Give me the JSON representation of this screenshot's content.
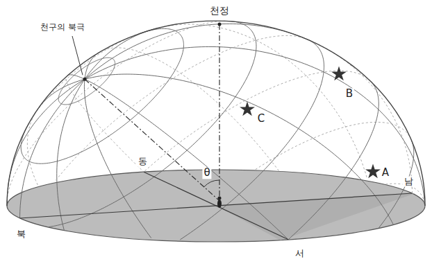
{
  "diagram": {
    "labels": [
      "천정",
      "천구의 북극",
      "B",
      "C",
      "동",
      "θ",
      "A",
      "남",
      "북",
      "서"
    ]
  }
}
